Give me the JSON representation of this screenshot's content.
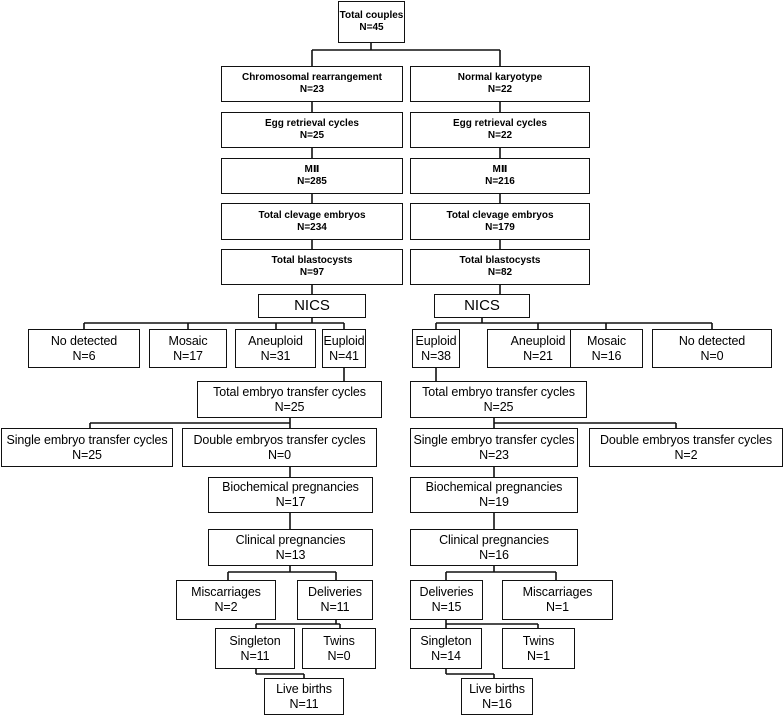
{
  "nodes": {
    "total": {
      "title": "Total couples",
      "n": "N=45"
    },
    "left": {
      "group": {
        "title": "Chromosomal rearrangement",
        "n": "N=23"
      },
      "egg": {
        "title": "Egg retrieval cycles",
        "n": "N=25"
      },
      "mii": {
        "title": "MⅡ",
        "n": "N=285"
      },
      "cleavage": {
        "title": "Total clevage embryos",
        "n": "N=234"
      },
      "blasto": {
        "title": "Total blastocysts",
        "n": "N=97"
      },
      "nics": {
        "title": "NICS"
      },
      "nodetect": {
        "title": "No detected",
        "n": "N=6"
      },
      "mosaic": {
        "title": "Mosaic",
        "n": "N=17"
      },
      "aneuploid": {
        "title": "Aneuploid",
        "n": "N=31"
      },
      "euploid": {
        "title": "Euploid",
        "n": "N=41"
      },
      "transfer": {
        "title": "Total embryo transfer cycles",
        "n": "N=25"
      },
      "single": {
        "title": "Single embryo transfer cycles",
        "n": "N=25"
      },
      "double": {
        "title": "Double embryos transfer cycles",
        "n": "N=0"
      },
      "biochem": {
        "title": "Biochemical pregnancies",
        "n": "N=17"
      },
      "clinical": {
        "title": "Clinical pregnancies",
        "n": "N=13"
      },
      "miscarriage": {
        "title": "Miscarriages",
        "n": "N=2"
      },
      "deliveries": {
        "title": "Deliveries",
        "n": "N=11"
      },
      "singleton": {
        "title": "Singleton",
        "n": "N=11"
      },
      "twins": {
        "title": "Twins",
        "n": "N=0"
      },
      "live": {
        "title": "Live births",
        "n": "N=11"
      }
    },
    "right": {
      "group": {
        "title": "Normal karyotype",
        "n": "N=22"
      },
      "egg": {
        "title": "Egg retrieval cycles",
        "n": "N=22"
      },
      "mii": {
        "title": "MⅡ",
        "n": "N=216"
      },
      "cleavage": {
        "title": "Total clevage embryos",
        "n": "N=179"
      },
      "blasto": {
        "title": "Total blastocysts",
        "n": "N=82"
      },
      "nics": {
        "title": "NICS"
      },
      "euploid": {
        "title": "Euploid",
        "n": "N=38"
      },
      "aneuploid": {
        "title": "Aneuploid",
        "n": "N=21"
      },
      "mosaic": {
        "title": "Mosaic",
        "n": "N=16"
      },
      "nodetect": {
        "title": "No detected",
        "n": "N=0"
      },
      "transfer": {
        "title": "Total embryo transfer cycles",
        "n": "N=25"
      },
      "single": {
        "title": "Single embryo transfer cycles",
        "n": "N=23"
      },
      "double": {
        "title": "Double embryos transfer cycles",
        "n": "N=2"
      },
      "biochem": {
        "title": "Biochemical pregnancies",
        "n": "N=19"
      },
      "clinical": {
        "title": "Clinical pregnancies",
        "n": "N=16"
      },
      "deliveries": {
        "title": "Deliveries",
        "n": "N=15"
      },
      "miscarriage": {
        "title": "Miscarriages",
        "n": "N=1"
      },
      "singleton": {
        "title": "Singleton",
        "n": "N=14"
      },
      "twins": {
        "title": "Twins",
        "n": "N=1"
      },
      "live": {
        "title": "Live births",
        "n": "N=16"
      }
    }
  }
}
